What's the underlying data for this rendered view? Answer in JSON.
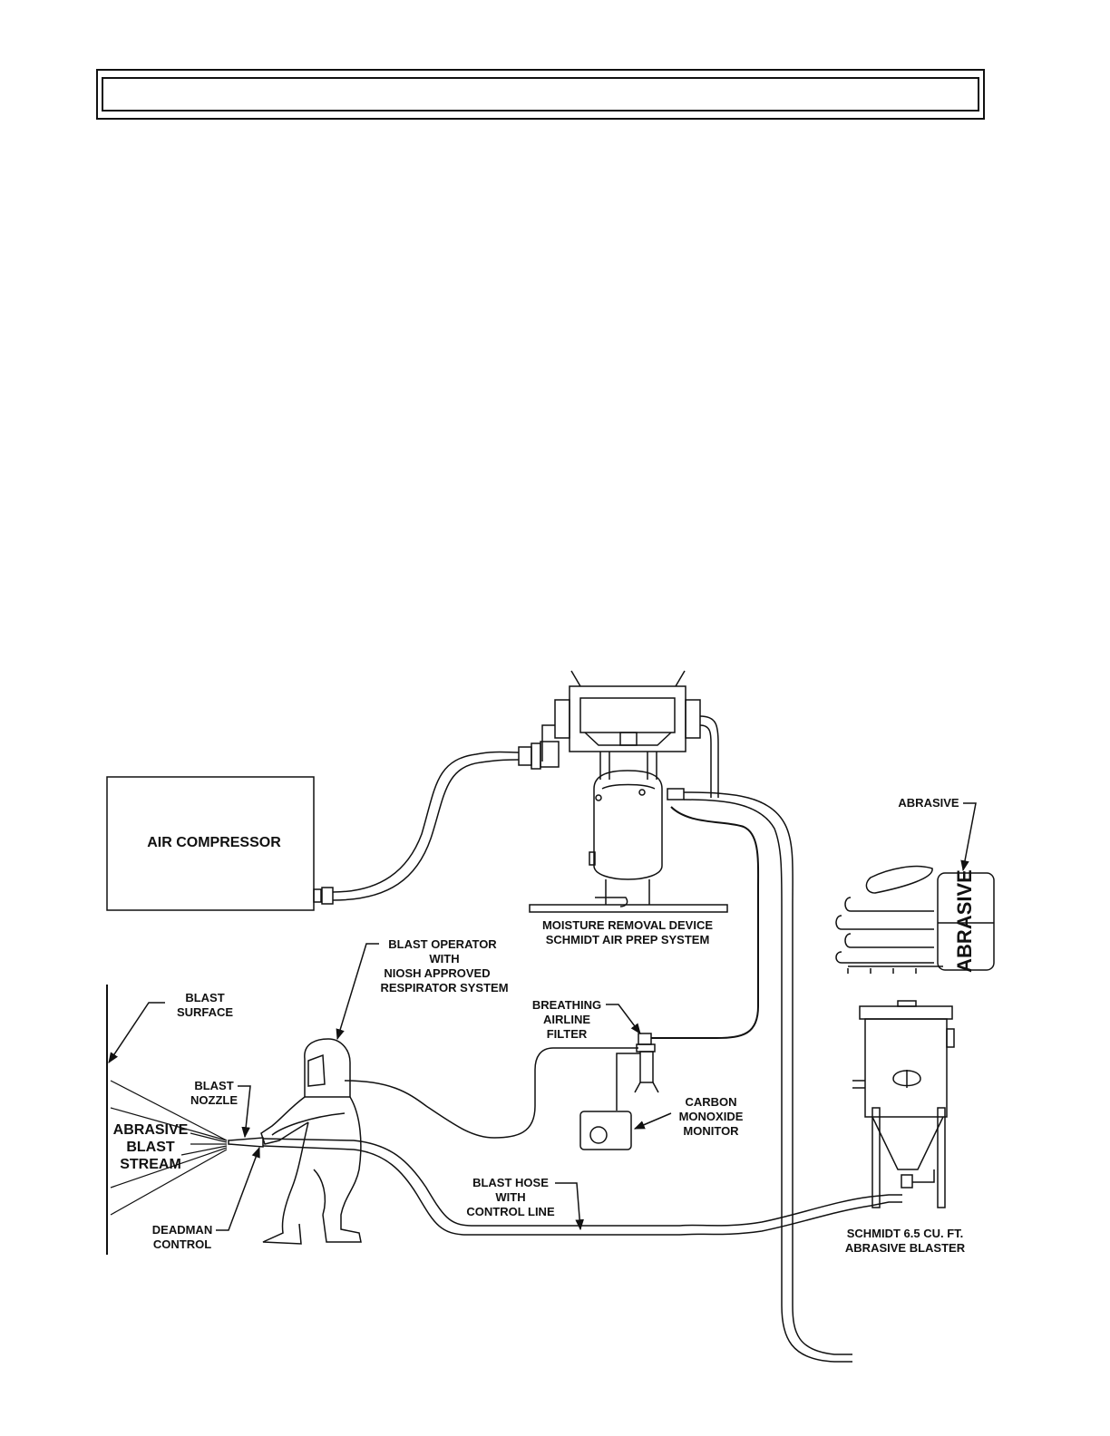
{
  "page_title": "",
  "diagram": {
    "labels": {
      "air_compressor": "AIR COMPRESSOR",
      "moisture_line1": "MOISTURE REMOVAL DEVICE",
      "moisture_line2": "SCHMIDT AIR PREP SYSTEM",
      "abrasive_callout": "ABRASIVE",
      "abrasive_bag": "ABRASIVE",
      "operator_line1": "BLAST OPERATOR",
      "operator_line2": "WITH",
      "operator_line3": "NIOSH APPROVED",
      "operator_line4": "RESPIRATOR SYSTEM",
      "surface_line1": "BLAST",
      "surface_line2": "SURFACE",
      "filter_line1": "BREATHING",
      "filter_line2": "AIRLINE",
      "filter_line3": "FILTER",
      "nozzle_line1": "BLAST",
      "nozzle_line2": "NOZZLE",
      "stream_line1": "ABRASIVE",
      "stream_line2": "BLAST",
      "stream_line3": "STREAM",
      "co_line1": "CARBON",
      "co_line2": "MONOXIDE",
      "co_line3": "MONITOR",
      "hose_line1": "BLAST HOSE",
      "hose_line2": "WITH",
      "hose_line3": "CONTROL LINE",
      "deadman_line1": "DEADMAN",
      "deadman_line2": "CONTROL",
      "blaster_line1": "SCHMIDT 6.5 CU. FT.",
      "blaster_line2": "ABRASIVE BLASTER"
    }
  }
}
